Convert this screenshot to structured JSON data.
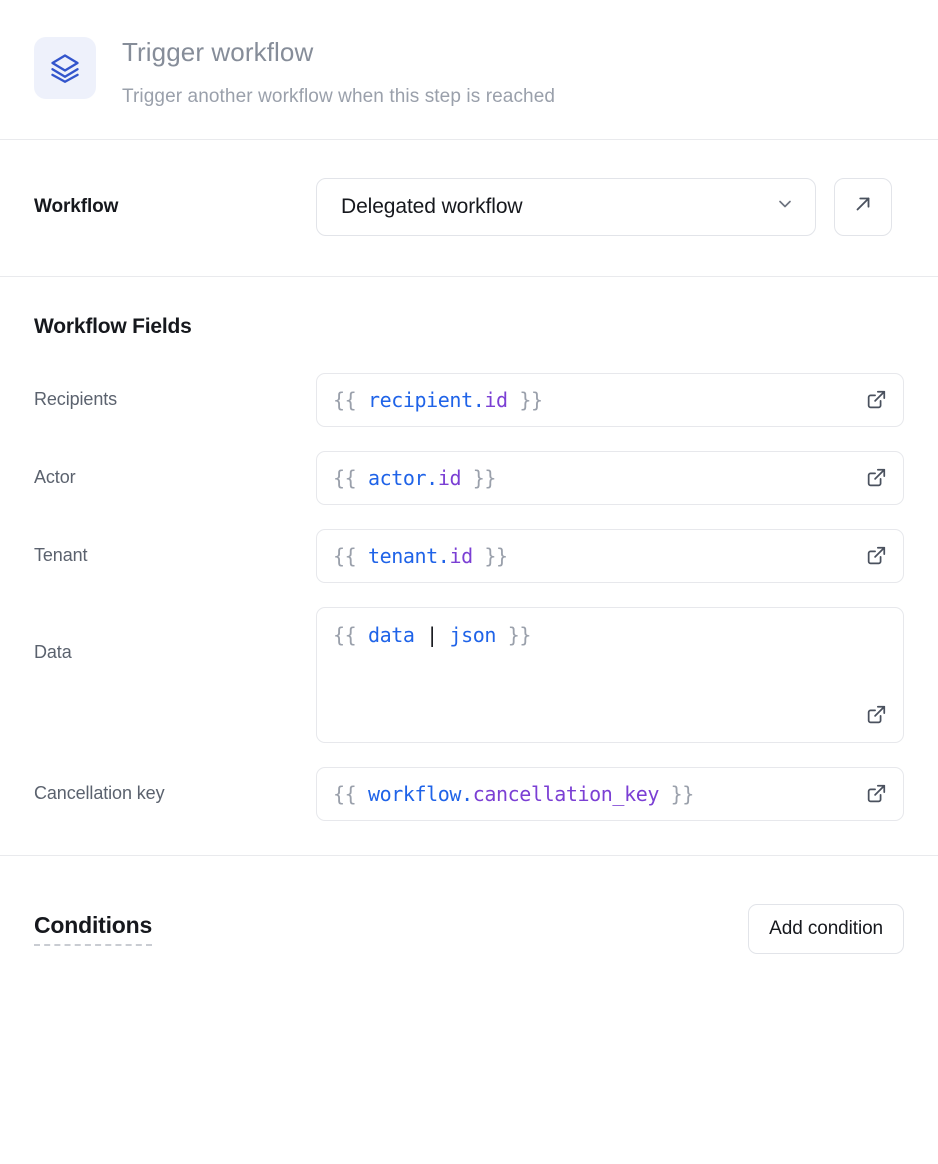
{
  "header": {
    "icon": "layers-icon",
    "title": "Trigger workflow",
    "subtitle": "Trigger another workflow when this step is reached",
    "icon_color": "#3355cc",
    "icon_bg": "#eef1fb"
  },
  "workflow_row": {
    "label": "Workflow",
    "selected": "Delegated workflow",
    "chevron_icon": "chevron-down-icon",
    "open_icon": "arrow-up-right-icon"
  },
  "fields_section": {
    "title": "Workflow Fields",
    "expand_icon": "external-link-icon",
    "fields": [
      {
        "label": "Recipients",
        "multiline": false,
        "tokens": [
          {
            "text": "{{ ",
            "type": "brace"
          },
          {
            "text": "recipient",
            "type": "obj"
          },
          {
            "text": ".",
            "type": "dot"
          },
          {
            "text": "id",
            "type": "prop"
          },
          {
            "text": " }}",
            "type": "brace"
          }
        ],
        "value": "{{ recipient.id }}"
      },
      {
        "label": "Actor",
        "multiline": false,
        "tokens": [
          {
            "text": "{{ ",
            "type": "brace"
          },
          {
            "text": "actor",
            "type": "obj"
          },
          {
            "text": ".",
            "type": "dot"
          },
          {
            "text": "id",
            "type": "prop"
          },
          {
            "text": " }}",
            "type": "brace"
          }
        ],
        "value": "{{ actor.id }}"
      },
      {
        "label": "Tenant",
        "multiline": false,
        "tokens": [
          {
            "text": "{{ ",
            "type": "brace"
          },
          {
            "text": "tenant",
            "type": "obj"
          },
          {
            "text": ".",
            "type": "dot"
          },
          {
            "text": "id",
            "type": "prop"
          },
          {
            "text": " }}",
            "type": "brace"
          }
        ],
        "value": "{{ tenant.id }}"
      },
      {
        "label": "Data",
        "multiline": true,
        "tokens": [
          {
            "text": "{{ ",
            "type": "brace"
          },
          {
            "text": "data",
            "type": "obj"
          },
          {
            "text": " ",
            "type": "brace"
          },
          {
            "text": "|",
            "type": "pipe"
          },
          {
            "text": " ",
            "type": "brace"
          },
          {
            "text": "json",
            "type": "filter"
          },
          {
            "text": " }}",
            "type": "brace"
          }
        ],
        "value": "{{ data | json }}"
      },
      {
        "label": "Cancellation key",
        "multiline": false,
        "tokens": [
          {
            "text": "{{ ",
            "type": "brace"
          },
          {
            "text": "workflow",
            "type": "obj"
          },
          {
            "text": ".",
            "type": "dot"
          },
          {
            "text": "cancellation_key",
            "type": "prop"
          },
          {
            "text": " }}",
            "type": "brace"
          }
        ],
        "value": "{{ workflow.cancellation_key }}"
      }
    ]
  },
  "conditions": {
    "title": "Conditions",
    "add_label": "Add condition"
  },
  "colors": {
    "token_object": "#1f63e8",
    "token_property": "#7b3fd4",
    "token_brace": "#9aa0ab",
    "border": "#e2e4e9",
    "text_primary": "#16181d",
    "text_muted": "#5b626e"
  }
}
